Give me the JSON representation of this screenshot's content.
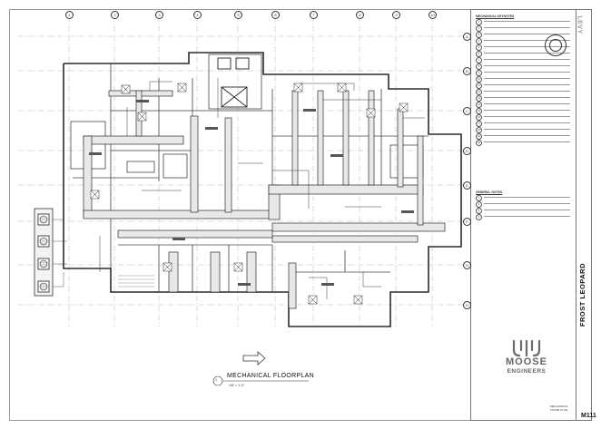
{
  "drawing": {
    "title": "MECHANICAL FLOORPLAN",
    "scale": "1/8\" = 1'-0\"",
    "detail_number": "1",
    "sheet_number": "M111",
    "sheet_name": "MECHANICAL FLOOR PLAN",
    "project_name": "FROST LEOPARD"
  },
  "grid": {
    "top": [
      "1",
      "2",
      "3",
      "4",
      "5",
      "6",
      "7",
      "8",
      "9",
      "10"
    ],
    "right": [
      "A",
      "B",
      "C",
      "D",
      "E",
      "F",
      "G",
      "H"
    ]
  },
  "firm": {
    "name_line1": "MOOSE",
    "name_line2": "ENGINEERS",
    "architect_mark": "LEVY"
  },
  "notes": {
    "general_heading": "MECHANICAL KEYNOTES",
    "general_items": [
      "1",
      "2",
      "3",
      "4",
      "5",
      "6",
      "7",
      "8",
      "9",
      "10",
      "11",
      "12",
      "13",
      "14",
      "15",
      "16",
      "17",
      "18",
      "19",
      "20"
    ],
    "sheet_heading": "GENERAL NOTES",
    "sheet_items": [
      "1",
      "2",
      "3",
      "4"
    ]
  },
  "colors": {
    "line": "#2b2b2b",
    "duct": "#3a3a3a",
    "grid": "#888888",
    "logo": "#6b6b6b"
  }
}
